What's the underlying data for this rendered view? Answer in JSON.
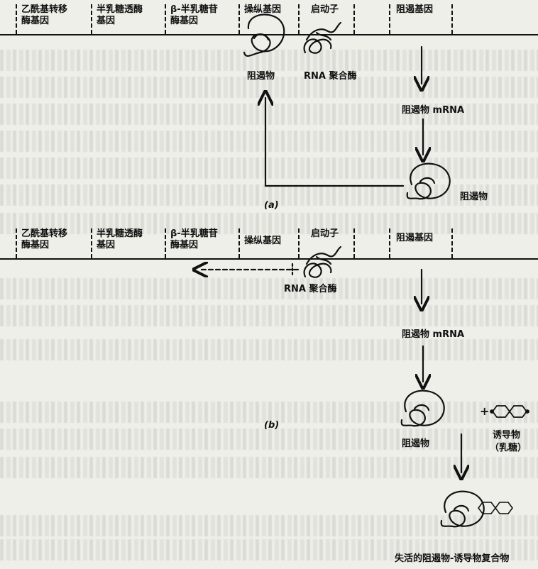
{
  "panel_a": {
    "genes": [
      "乙酰基转移\n酶基因",
      "半乳糖透酶\n基因",
      "β-半乳糖苷\n酶基因",
      "操纵基因",
      "启动子",
      "阻遏基因"
    ],
    "repressor_on_operator": "阻遏物",
    "polymerase": "RNA 聚合酶",
    "mrna": "阻遏物 mRNA",
    "repressor": "阻遏物",
    "caption": "(a)"
  },
  "panel_b": {
    "genes": [
      "乙酰基转移\n酶基因",
      "半乳糖透酶\n基因",
      "β-半乳糖苷\n酶基因",
      "操纵基因",
      "启动子",
      "阻遏基因"
    ],
    "polymerase": "RNA 聚合酶",
    "mrna": "阻遏物 mRNA",
    "repressor": "阻遏物",
    "plus": "+",
    "inducer": "诱导物",
    "inducer_sub": "（乳糖）",
    "caption": "(b)",
    "complex": "失活的阻遏物-诱导物复合物"
  }
}
